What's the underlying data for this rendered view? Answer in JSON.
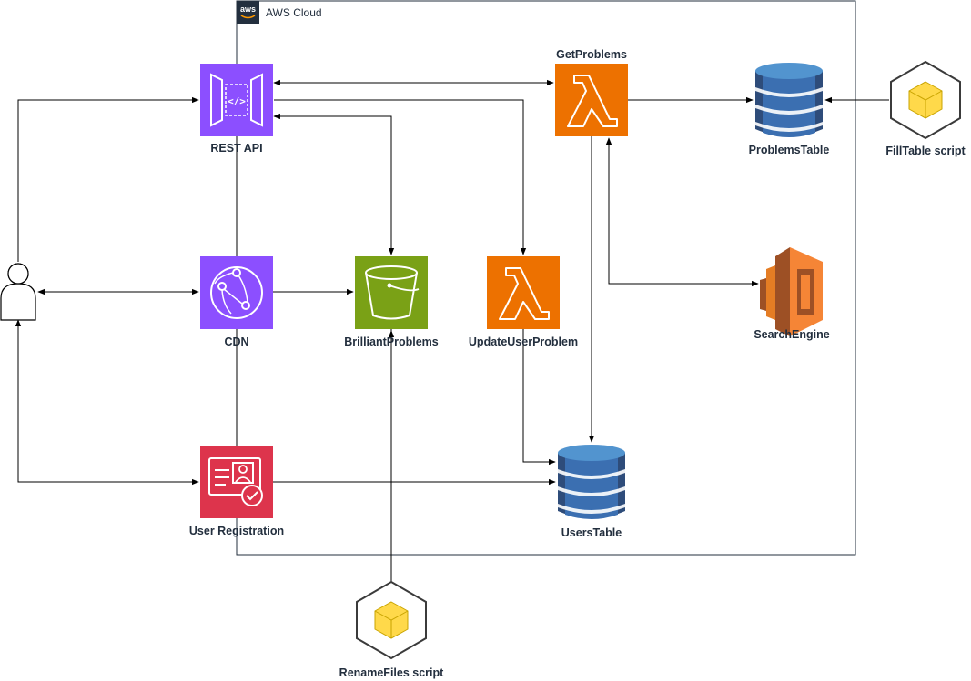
{
  "cloud": {
    "label": "AWS Cloud",
    "badge": "aws"
  },
  "nodes": {
    "rest_api": {
      "label": "REST API",
      "icon": "api-gateway-icon"
    },
    "cdn": {
      "label": "CDN",
      "icon": "cloudfront-icon"
    },
    "user_registration": {
      "label": "User Registration",
      "icon": "cognito-icon"
    },
    "brilliant_problems": {
      "label": "BrilliantProblems",
      "icon": "s3-bucket-icon"
    },
    "update_user_problem": {
      "label": "UpdateUserProblem",
      "icon": "lambda-icon"
    },
    "get_problems": {
      "label": "GetProblems",
      "icon": "lambda-icon"
    },
    "problems_table": {
      "label": "ProblemsTable",
      "icon": "dynamodb-icon"
    },
    "search_engine": {
      "label": "SearchEngine",
      "icon": "elasticsearch-icon"
    },
    "users_table": {
      "label": "UsersTable",
      "icon": "dynamodb-icon"
    },
    "fill_table_script": {
      "label": "FillTable script",
      "icon": "script-box-icon"
    },
    "rename_files_script": {
      "label": "RenameFiles script",
      "icon": "script-box-icon"
    },
    "user": {
      "label": "",
      "icon": "user-icon"
    }
  },
  "colors": {
    "api": "#8c4fff",
    "lambda": "#ed7100",
    "s3": "#7aa116",
    "cognito": "#dd344c",
    "dynamo_dark": "#2e4c7a",
    "dynamo_mid": "#3b6fb1",
    "dynamo_light": "#5294cf",
    "search_dark": "#9d5025",
    "search_mid": "#e57d24",
    "search_light": "#f58536",
    "script_yellow": "#ffd94a"
  }
}
